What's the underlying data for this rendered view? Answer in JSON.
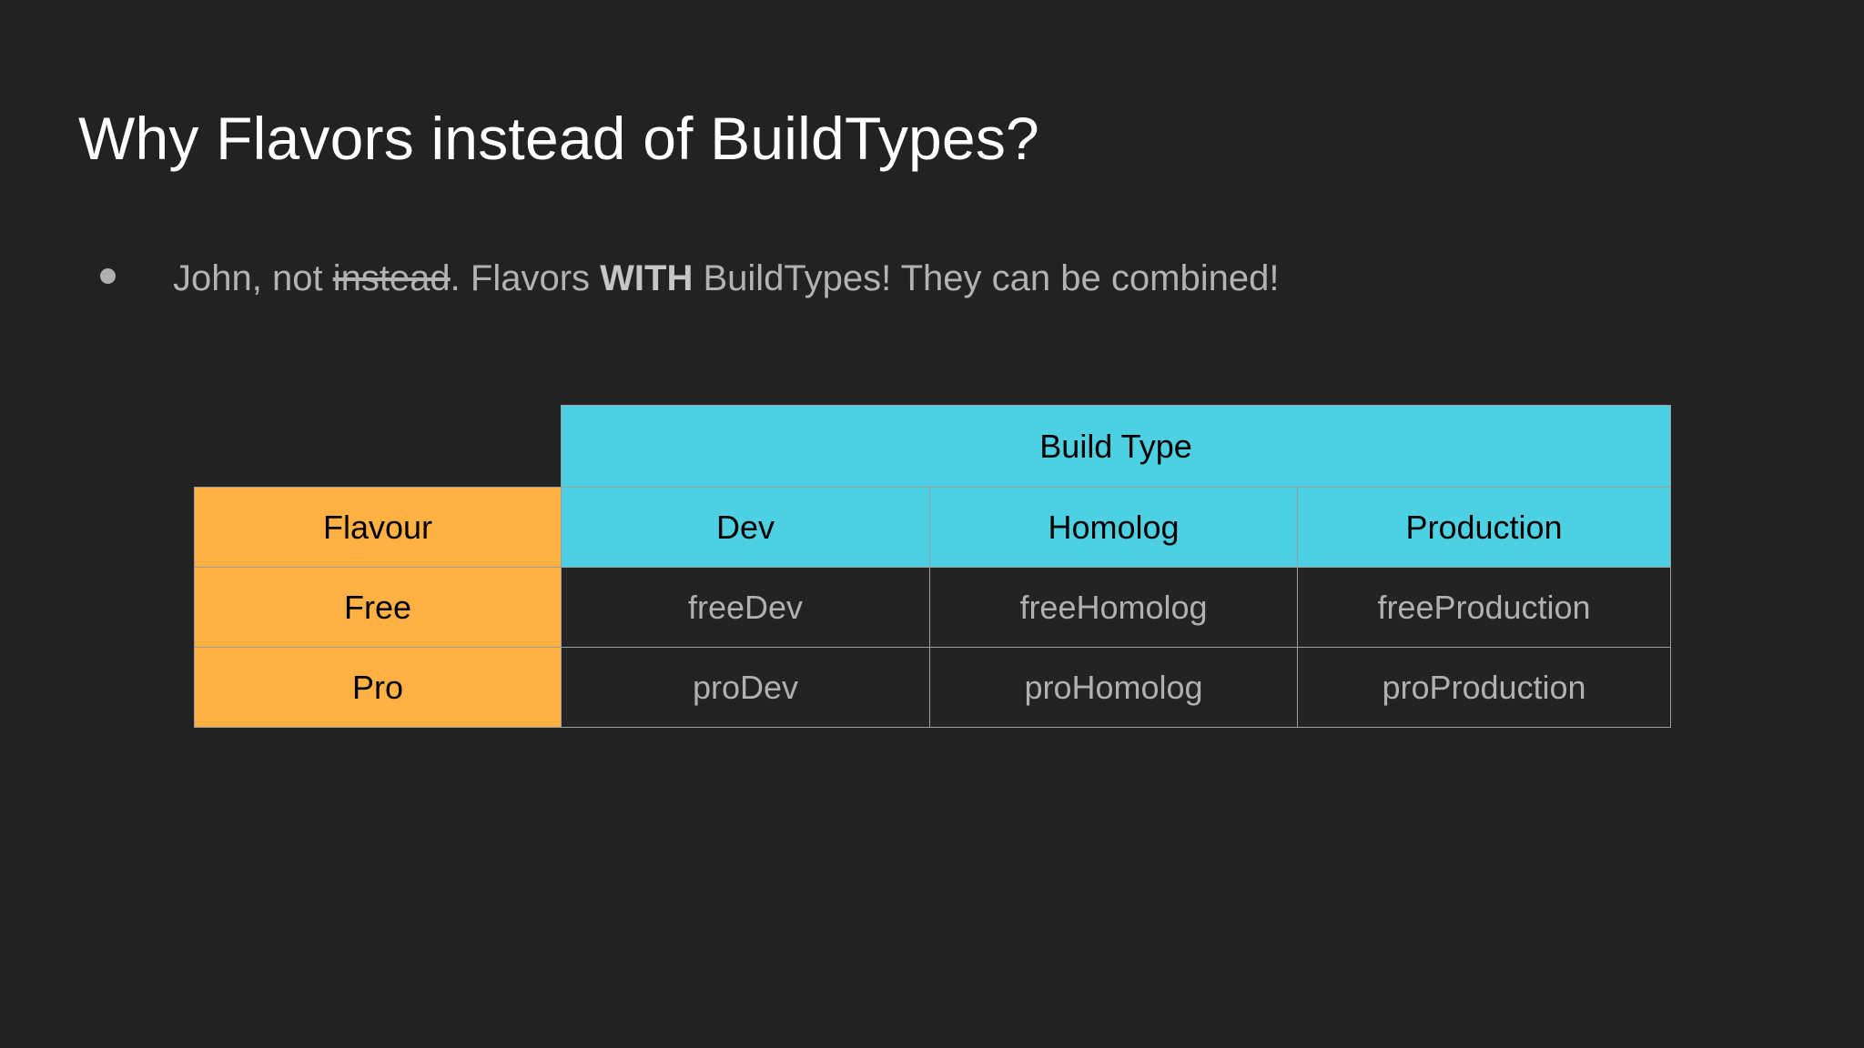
{
  "slide": {
    "title": "Why Flavors instead of BuildTypes?",
    "background_color": "#222222",
    "bullets": [
      {
        "marker": "bullet-dot",
        "segments": [
          {
            "text": "John, not ",
            "style": "normal"
          },
          {
            "text": "instead",
            "style": "strikethrough"
          },
          {
            "text": ". Flavors ",
            "style": "normal"
          },
          {
            "text": "WITH",
            "style": "bold"
          },
          {
            "text": " BuildTypes! They can be combined!",
            "style": "normal"
          }
        ],
        "plain_text": "John, not instead. Flavors WITH BuildTypes! They can be combined!"
      }
    ]
  },
  "table": {
    "group_header": "Build Type",
    "corner_header": "Flavour",
    "accent_colors": {
      "build_type": "#4dd0e1",
      "flavour": "#ffb144",
      "cell_background": "#232323",
      "border": "#9d9d9d",
      "cell_text": "#b0b0b0",
      "header_text": "#000000"
    },
    "build_types": [
      "Dev",
      "Homolog",
      "Production"
    ],
    "flavours": [
      "Free",
      "Pro"
    ],
    "rows": [
      {
        "flavour": "Free",
        "values": [
          "freeDev",
          "freeHomolog",
          "freeProduction"
        ]
      },
      {
        "flavour": "Pro",
        "values": [
          "proDev",
          "proHomolog",
          "proProduction"
        ]
      }
    ]
  }
}
